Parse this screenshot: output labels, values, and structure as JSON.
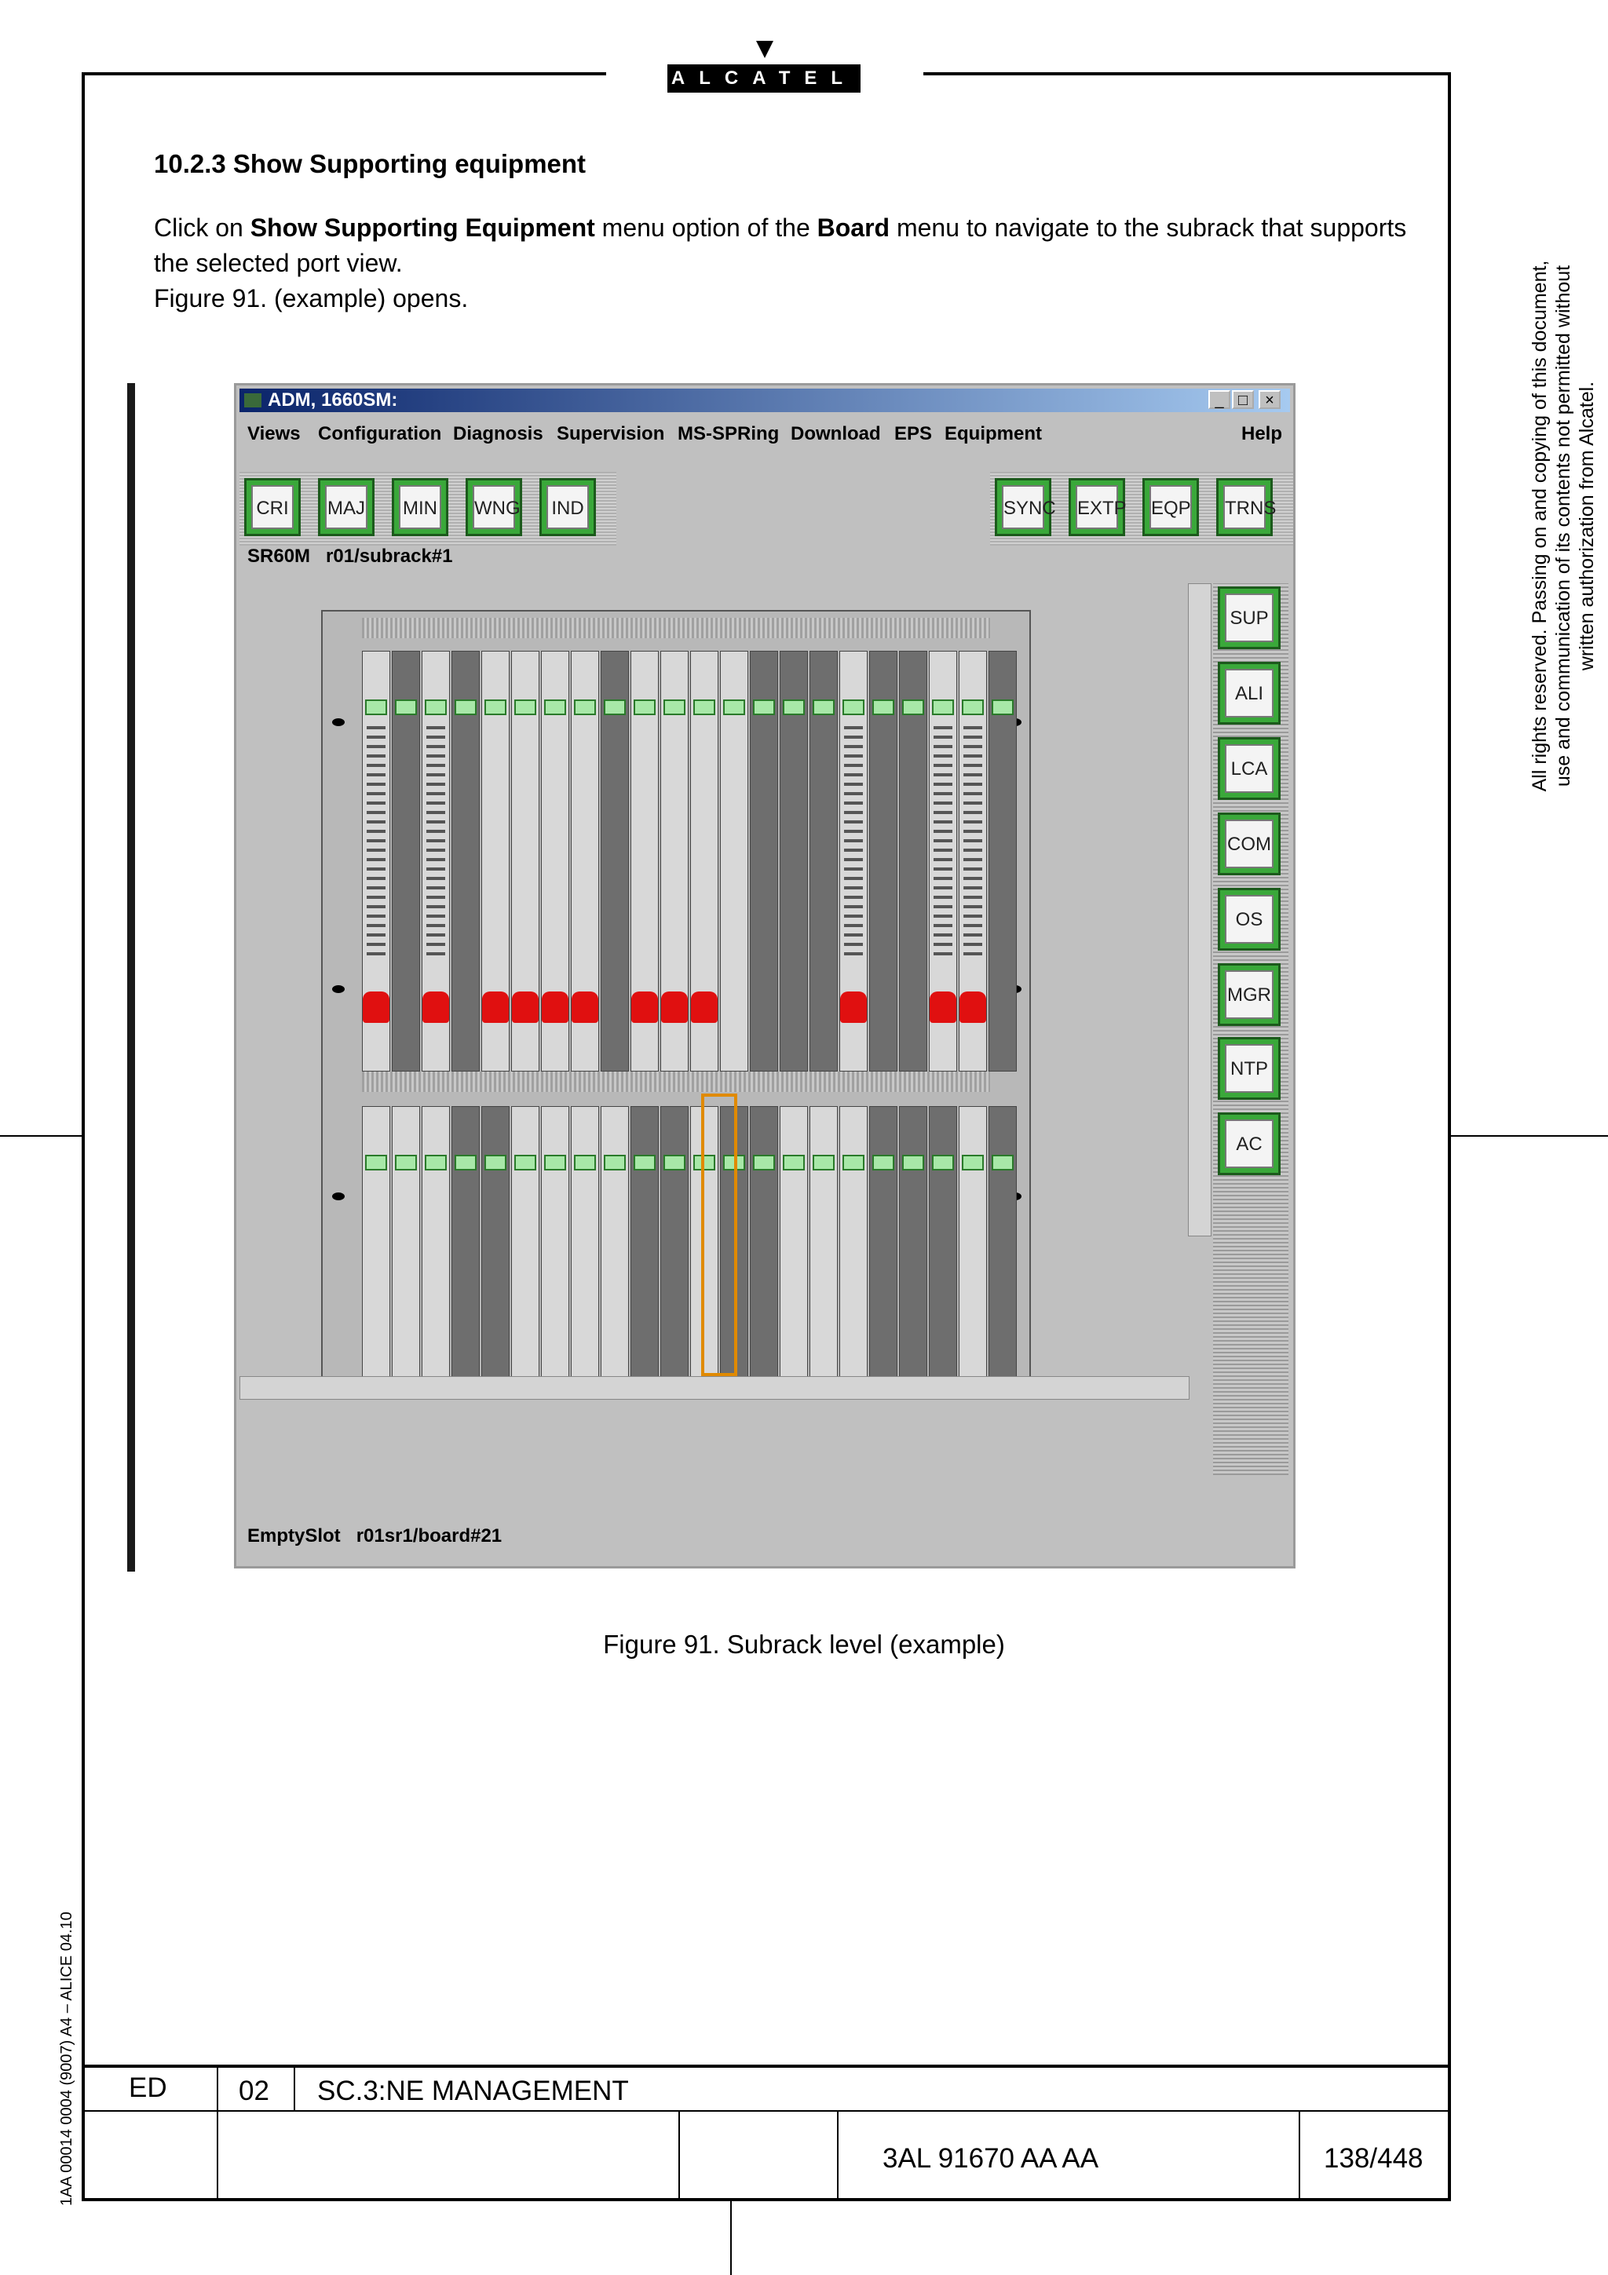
{
  "header": {
    "logo_text": "ALCATEL"
  },
  "section": {
    "heading": "10.2.3  Show Supporting equipment"
  },
  "body": {
    "p1_a": "Click on ",
    "p1_b": "Show Supporting Equipment",
    "p1_c": " menu option of the ",
    "p1_d": "Board",
    "p1_e": " menu to navigate to the subrack that supports the selected port view.",
    "p2": "Figure 91.  (example) opens."
  },
  "side_notice": "All rights reserved. Passing on and copying of this document, use and communication of its contents not permitted without written authorization from Alcatel.",
  "bottom_code": "1AA 00014 0004 (9007) A4 – ALICE 04.10",
  "window": {
    "title": "ADM, 1660SM:",
    "controls": [
      "_",
      "□",
      "×"
    ],
    "menus": [
      "Views",
      "Configuration",
      "Diagnosis",
      "Supervision",
      "MS-SPRing",
      "Download",
      "EPS",
      "Equipment"
    ],
    "help": "Help",
    "alarms_left": [
      "CRI",
      "MAJ",
      "MIN",
      "WNG",
      "IND"
    ],
    "alarms_right": [
      "SYNC",
      "EXTP",
      "EQP",
      "TRNS"
    ],
    "path_type": "SR60M",
    "path_value": "r01/subrack#1",
    "side_buttons": [
      "SUP",
      "ALI",
      "LCA",
      "COM",
      "OS",
      "MGR",
      "NTP",
      "AC"
    ],
    "status_type": "EmptySlot",
    "status_value": "r01sr1/board#21"
  },
  "caption": "Figure 91. Subrack level (example)",
  "footer": {
    "ed_label": "ED",
    "ed_value": "02",
    "section": "SC.3:NE MANAGEMENT",
    "doc_code": "3AL 91670 AA  AA",
    "page": "138/448"
  }
}
